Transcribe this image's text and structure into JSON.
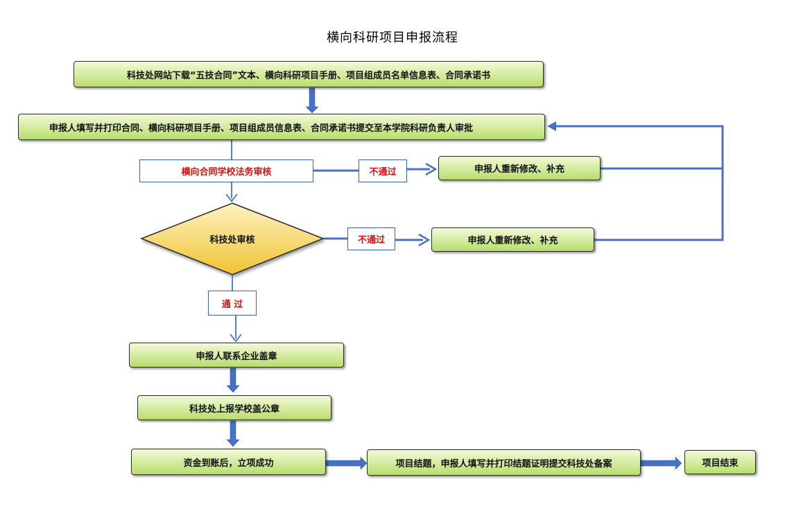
{
  "title": "横向科研项目申报流程",
  "nodes": {
    "download": "科技处网站下载“五技合同”文本、横向科研项目手册、项目组成员名单信息表、合同承诺书",
    "fill_submit": "申报人填写并打印合同、横向科研项目手册、项目组成员信息表、合同承诺书提交至本学院科研负责人审批",
    "legal_review": "横向合同学校法务审核",
    "revise_1": "申报人重新修改、补充",
    "sci_review": "科技处审核",
    "revise_2": "申报人重新修改、补充",
    "company_seal": "申报人联系企业盖章",
    "school_seal": "科技处上报学校盖公章",
    "funds_arrive": "资金到账后，立项成功",
    "closure": "项目结题，申报人填写并打印结题证明提交科技处备案",
    "end": "项目结束"
  },
  "labels": {
    "fail_1": "不通过",
    "fail_2": "不通过",
    "pass": "通 过"
  },
  "colors": {
    "box_fill_top": "#f2fad8",
    "box_fill_bottom": "#b9dd6c",
    "diamond_fill_top": "#fdf2c2",
    "diamond_fill_bottom": "#f0c232",
    "arrow_blue": "#4472c4",
    "label_red": "#d21414"
  }
}
